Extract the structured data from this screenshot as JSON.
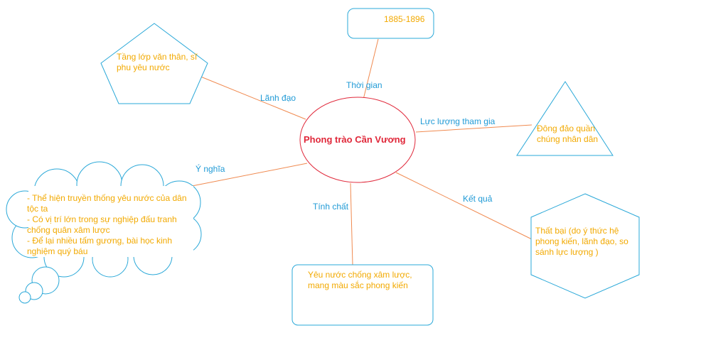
{
  "center": "Phong trào Cần Vương",
  "branches": {
    "time": {
      "label": "Thời gian",
      "text": "1885-1896"
    },
    "leader": {
      "label": "Lãnh đạo",
      "text": "Tầng lớp văn thân, sĩ phu yêu nước"
    },
    "force": {
      "label": "Lực lượng tham gia",
      "text": "Đông đảo quần chúng nhân dân"
    },
    "meaning": {
      "label": "Ý nghĩa",
      "lines": [
        "- Thể hiện truyền thống yêu nước của dân tộc ta",
        "- Có vị trí lớn trong sự nghiệp đấu tranh chống quân xâm lược",
        "- Để lại nhiều tấm gương, bài học kinh nghiệm quý báu"
      ]
    },
    "nature": {
      "label": "Tính chất",
      "text": "Yêu nước chống xâm lược, mang màu sắc phong kiến"
    },
    "result": {
      "label": "Kết quả",
      "text": "Thất bại (do ý thức hệ phong kiến, lãnh đạo, so sánh lực lượng )"
    }
  },
  "colors": {
    "connector": "#f08a50",
    "shape": "#2aa8d8",
    "label": "#1f9ad6",
    "text": "#f2a900",
    "center_text": "#e0283a",
    "center_border": "#e0283a"
  }
}
